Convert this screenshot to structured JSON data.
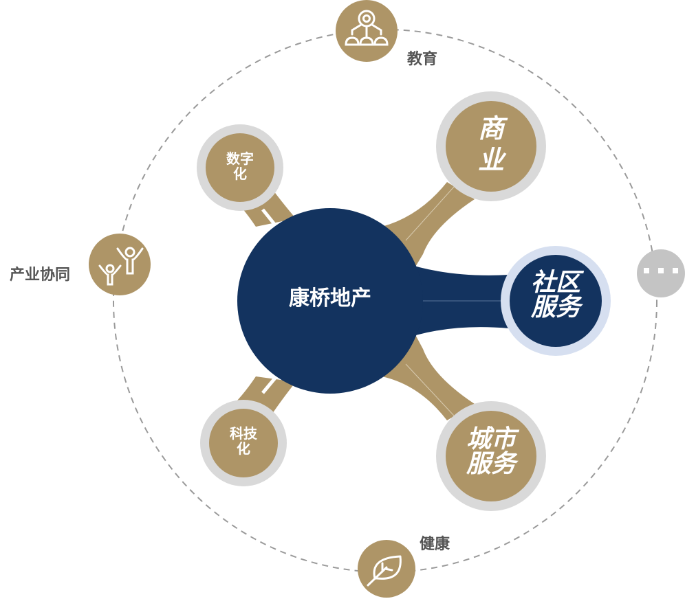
{
  "colors": {
    "navy": "#13335f",
    "gold": "#ae9567",
    "ring_gray": "#d9d9d9",
    "ring_light_blue": "#d6dff0",
    "dash_gray": "#9a9a9a",
    "label_gray": "#555555",
    "more_gray": "#c4c4c4"
  },
  "center": {
    "label": "康桥地产"
  },
  "inner_nodes": [
    {
      "id": "digital",
      "lines": [
        "数字",
        "化"
      ]
    },
    {
      "id": "commerce",
      "lines": [
        "商",
        "业"
      ]
    },
    {
      "id": "community",
      "lines": [
        "社区",
        "服务"
      ]
    },
    {
      "id": "city",
      "lines": [
        "城市",
        "服务"
      ]
    },
    {
      "id": "tech",
      "lines": [
        "科技",
        "化"
      ]
    }
  ],
  "outer_nodes": [
    {
      "id": "education",
      "label": "教育",
      "icon": "network-people-icon"
    },
    {
      "id": "industry",
      "label": "产业协同",
      "icon": "people-cheering-icon"
    },
    {
      "id": "health",
      "label": "健康",
      "icon": "leaf-icon"
    },
    {
      "id": "more",
      "label": "",
      "icon": "more-dots-icon"
    }
  ]
}
